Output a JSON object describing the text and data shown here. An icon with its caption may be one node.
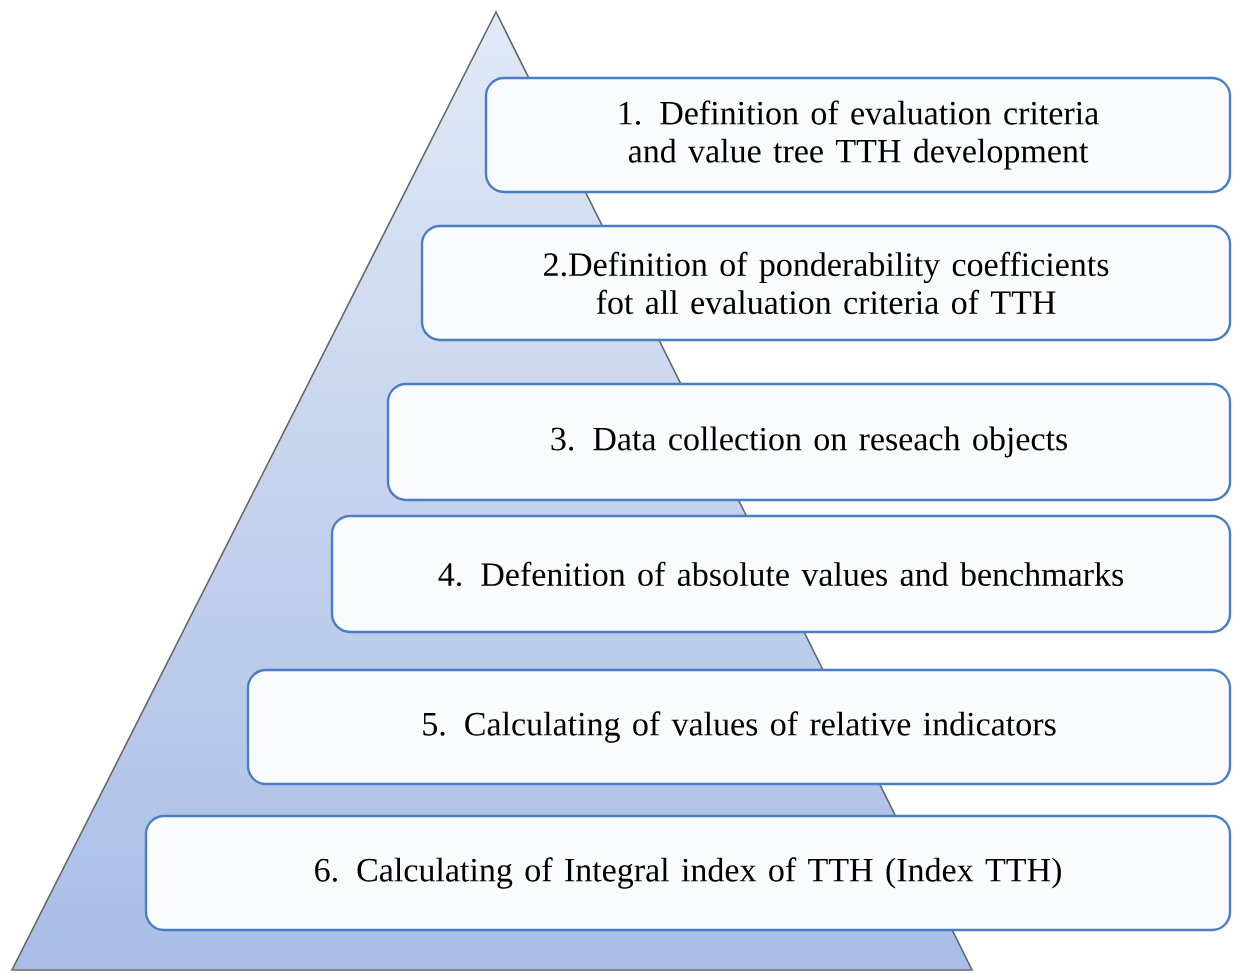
{
  "diagram": {
    "nodes": [
      {
        "text": [
          "1. Definition of evaluation criteria and value tree TTH development"
        ]
      },
      {
        "text": [
          "2.Definition of ponderability coefficients fot all evaluation criteria of TTH"
        ]
      },
      {
        "text": [
          "3. Data collection on reseach objects"
        ]
      },
      {
        "text": [
          "4. Defenition of absolute values and benchmarks"
        ]
      },
      {
        "text": [
          "5. Calculating of values of relative indicators"
        ]
      },
      {
        "text": [
          "6. Calculating of Integral index of TTH (Index TTH)"
        ]
      }
    ]
  }
}
